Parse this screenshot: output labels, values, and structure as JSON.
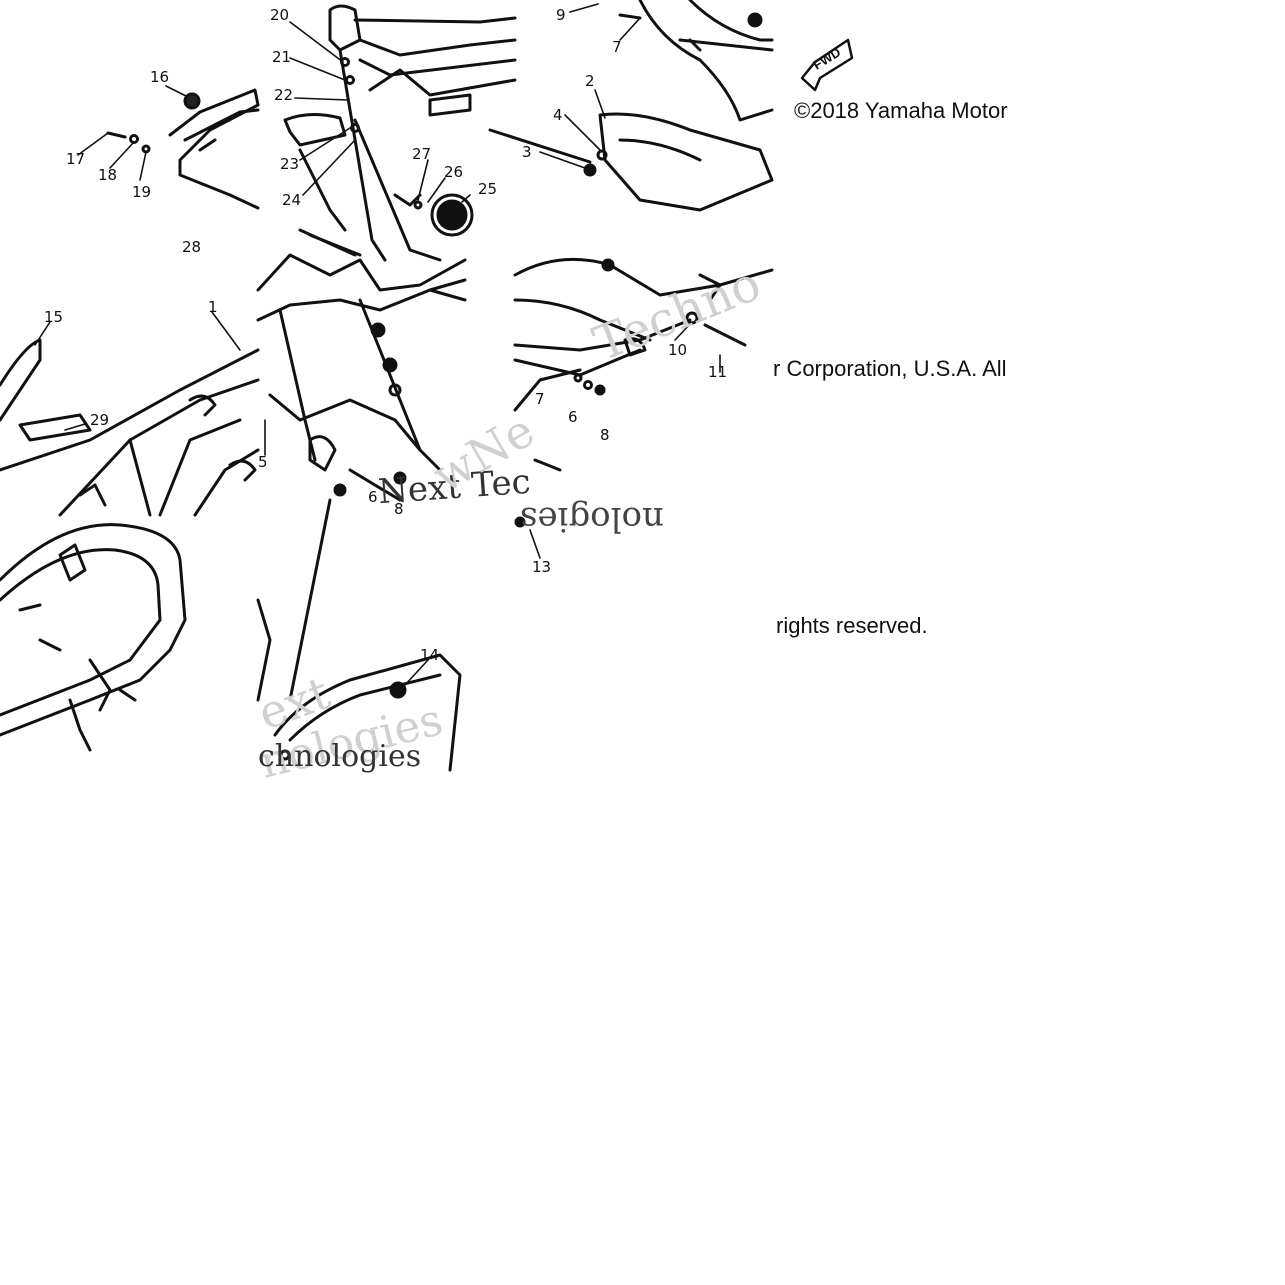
{
  "diagram": {
    "direction_badge": "FWD",
    "copyright_lines": [
      "©2018 Yamaha Motor",
      "r Corporation, U.S.A. All",
      "rights reserved."
    ],
    "watermark_fragments": [
      "Techno",
      "Next Tec",
      "nologies",
      "ext",
      "nologies",
      "chnologies",
      "wNe"
    ],
    "callouts": [
      {
        "id": "c1",
        "label": "1"
      },
      {
        "id": "c2",
        "label": "2"
      },
      {
        "id": "c3",
        "label": "3"
      },
      {
        "id": "c4",
        "label": "4"
      },
      {
        "id": "c5",
        "label": "5"
      },
      {
        "id": "c6a",
        "label": "6"
      },
      {
        "id": "c6b",
        "label": "6"
      },
      {
        "id": "c7a",
        "label": "7"
      },
      {
        "id": "c7b",
        "label": "7"
      },
      {
        "id": "c8a",
        "label": "8"
      },
      {
        "id": "c8b",
        "label": "8"
      },
      {
        "id": "c9",
        "label": "9"
      },
      {
        "id": "c10",
        "label": "10"
      },
      {
        "id": "c11",
        "label": "11"
      },
      {
        "id": "c13",
        "label": "13"
      },
      {
        "id": "c14",
        "label": "14"
      },
      {
        "id": "c15",
        "label": "15"
      },
      {
        "id": "c16",
        "label": "16"
      },
      {
        "id": "c17",
        "label": "17"
      },
      {
        "id": "c18",
        "label": "18"
      },
      {
        "id": "c19",
        "label": "19"
      },
      {
        "id": "c20",
        "label": "20"
      },
      {
        "id": "c21",
        "label": "21"
      },
      {
        "id": "c22",
        "label": "22"
      },
      {
        "id": "c23",
        "label": "23"
      },
      {
        "id": "c24",
        "label": "24"
      },
      {
        "id": "c25",
        "label": "25"
      },
      {
        "id": "c26",
        "label": "26"
      },
      {
        "id": "c27",
        "label": "27"
      },
      {
        "id": "c28",
        "label": "28"
      },
      {
        "id": "c29",
        "label": "29"
      }
    ]
  }
}
